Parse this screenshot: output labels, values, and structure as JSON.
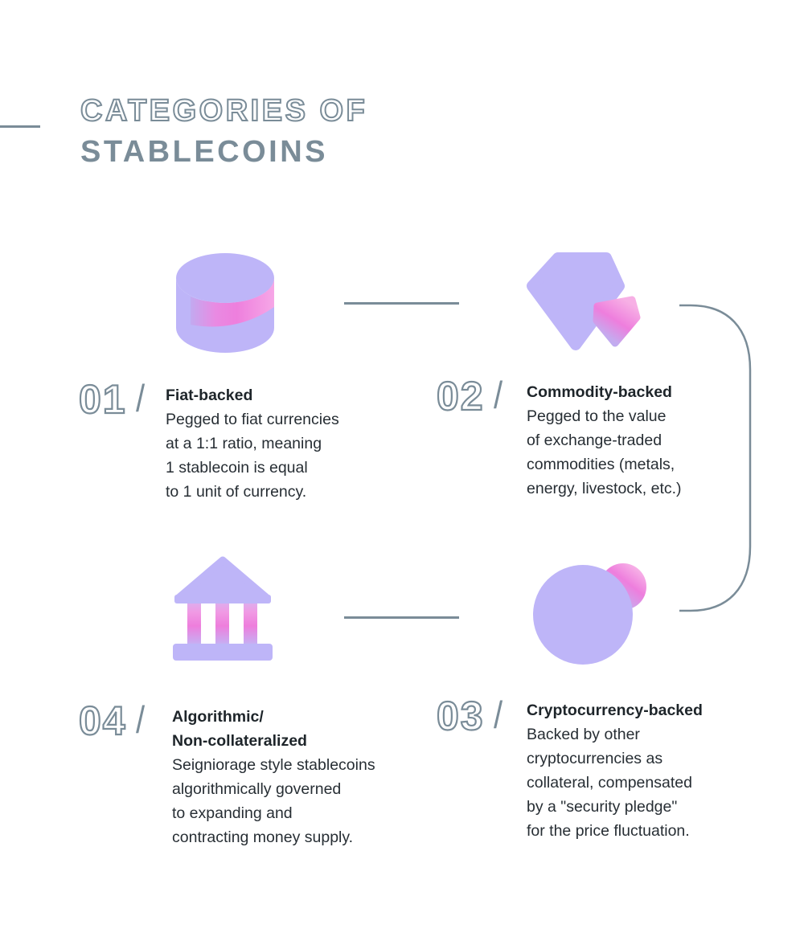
{
  "header": {
    "title_line1": "CATEGORIES OF",
    "title_line2": "STABLECOINS"
  },
  "colors": {
    "slate_accent": "#7a8c98",
    "icon_purple": "#beb5f8",
    "icon_pink": "#ee7edc",
    "heading_text": "#1e252a",
    "body_text": "#272e34"
  },
  "icons": [
    {
      "name": "coin-cylinder-icon"
    },
    {
      "name": "diamond-icon"
    },
    {
      "name": "circles-icon"
    },
    {
      "name": "bank-icon"
    }
  ],
  "items": [
    {
      "number": "01",
      "slash": "/",
      "title": "Fiat-backed",
      "body": "Pegged to fiat currencies\nat a 1:1 ratio, meaning\n1 stablecoin is equal\nto 1 unit of currency."
    },
    {
      "number": "02",
      "slash": "/",
      "title": "Commodity-backed",
      "body": "Pegged to the value\nof exchange-traded\ncommodities (metals,\nenergy, livestock, etc.)"
    },
    {
      "number": "03",
      "slash": "/",
      "title": "Cryptocurrency-backed",
      "body": "Backed by other\ncryptocurrencies as\ncollateral, compensated\nby a \"security pledge\"\nfor the price fluctuation."
    },
    {
      "number": "04",
      "slash": "/",
      "title": "Algorithmic/\nNon-collateralized",
      "body": "Seigniorage style stablecoins\nalgorithmically governed\nto expanding and\ncontracting money supply."
    }
  ]
}
